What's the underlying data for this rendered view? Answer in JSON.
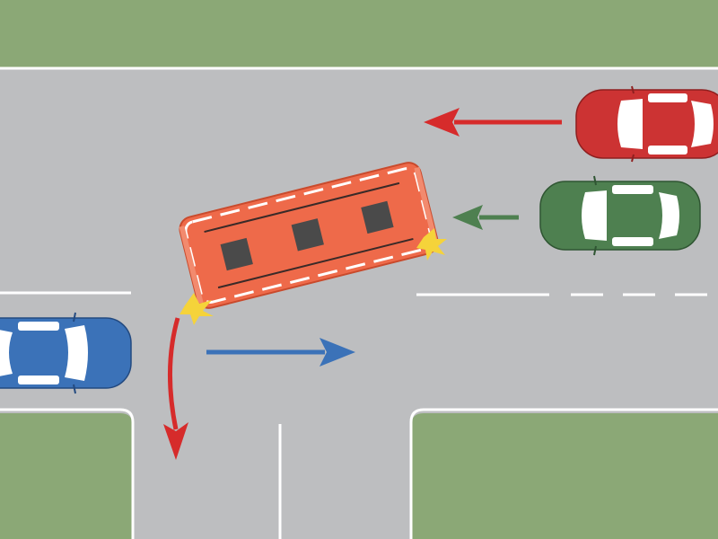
{
  "colors": {
    "grass": "#8BA876",
    "asphalt": "#BDBEC0",
    "marking": "#FFFFFF",
    "tram_body": "#EE6A4A",
    "tram_window": "#4A4A4A",
    "red_car": "#CC3333",
    "green_car": "#4E8050",
    "blue_car": "#3B72B8",
    "arrow_red": "#D62B2B",
    "arrow_green": "#4E8050",
    "arrow_blue": "#3B72B8",
    "signal_light": "#F5D33A"
  },
  "vehicles": [
    {
      "id": "tram",
      "kind": "tram",
      "icon": "tram-icon",
      "heading": "left"
    },
    {
      "id": "red-car",
      "kind": "car",
      "icon": "car-icon",
      "heading": "left"
    },
    {
      "id": "green-car",
      "kind": "car",
      "icon": "car-icon",
      "heading": "left"
    },
    {
      "id": "blue-car",
      "kind": "car",
      "icon": "car-icon",
      "heading": "right"
    }
  ],
  "arrows": [
    {
      "id": "red-car-arrow",
      "direction": "straight-left"
    },
    {
      "id": "green-car-arrow",
      "direction": "straight-left"
    },
    {
      "id": "blue-car-arrow",
      "direction": "straight-right"
    },
    {
      "id": "tram-arrow",
      "direction": "turn-left-into-side-road"
    }
  ]
}
